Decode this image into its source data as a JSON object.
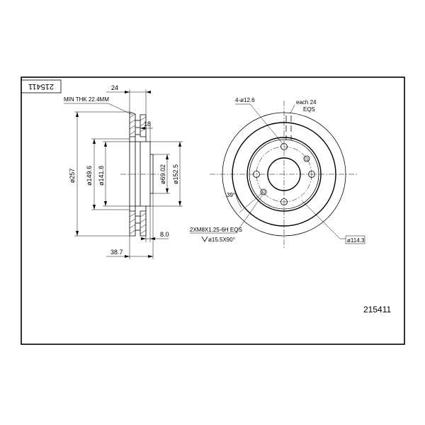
{
  "part_number": "215411",
  "title_box_label": "215411",
  "side_view": {
    "min_thickness": "MIN THK 22.4MM",
    "dim_24": "24",
    "dim_18": "18",
    "dim_257": "ø257",
    "dim_149_6": "ø149.6",
    "dim_141_8": "ø141.8",
    "dim_69_02": "ø69.02",
    "dim_152_5": "ø152.5",
    "dim_8_0": "8.0",
    "dim_38_7": "38.7"
  },
  "front_view": {
    "bolt_holes": "4-ø12.6",
    "each_24_line1": "each 24",
    "each_24_line2": "EQS",
    "angle_39": "39°",
    "thread_spec": "2XM8X1.25-6H EQS",
    "countersink": "ø15.5X90°",
    "pcd": "ø114.3"
  }
}
